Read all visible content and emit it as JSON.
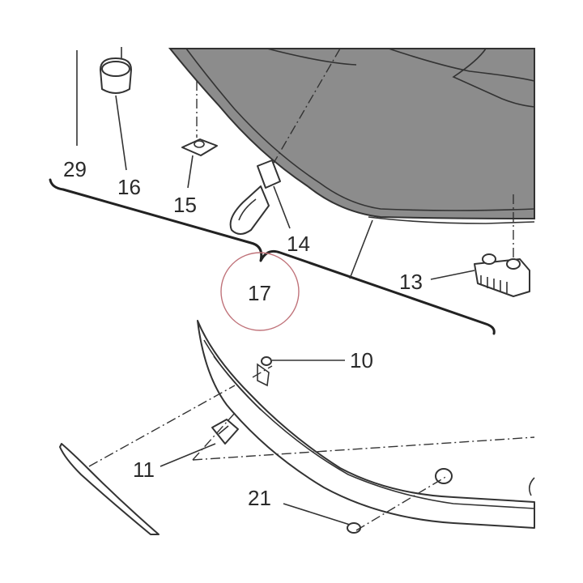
{
  "diagram": {
    "callouts": {
      "c29": "29",
      "c16": "16",
      "c15": "15",
      "c14": "14",
      "c13": "13",
      "c17": "17",
      "c10": "10",
      "c11": "11",
      "c21": "21"
    },
    "colors": {
      "seat_fill": "#8c8c8c",
      "line": "#333333",
      "highlight_circle": "#c0737a"
    }
  }
}
